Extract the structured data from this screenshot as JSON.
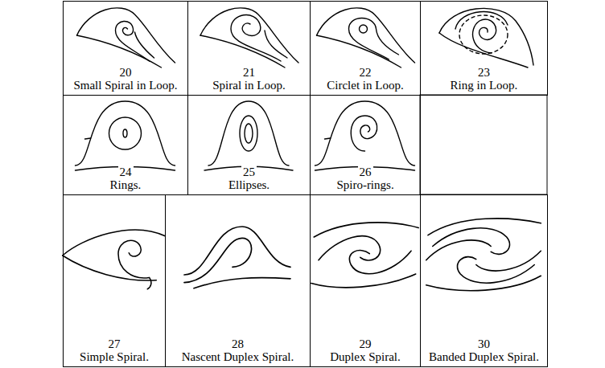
{
  "diagram": {
    "nodes": [
      {
        "text": [
          "20",
          "Small Spiral in Loop."
        ]
      },
      {
        "text": [
          "21",
          "Spiral in Loop."
        ]
      },
      {
        "text": [
          "22",
          "Circlet in Loop."
        ]
      },
      {
        "text": [
          "23",
          "Ring in Loop."
        ]
      },
      {
        "text": [
          "24",
          "Rings."
        ]
      },
      {
        "text": [
          "25",
          "Ellipses."
        ]
      },
      {
        "text": [
          "26",
          "Spiro-rings."
        ]
      },
      {
        "text": [
          "27",
          "Simple Spiral."
        ]
      },
      {
        "text": [
          "28",
          "Nascent Duplex Spiral."
        ]
      },
      {
        "text": [
          "29",
          "Duplex Spiral."
        ]
      },
      {
        "text": [
          "30",
          "Banded Duplex Spiral."
        ]
      }
    ]
  }
}
